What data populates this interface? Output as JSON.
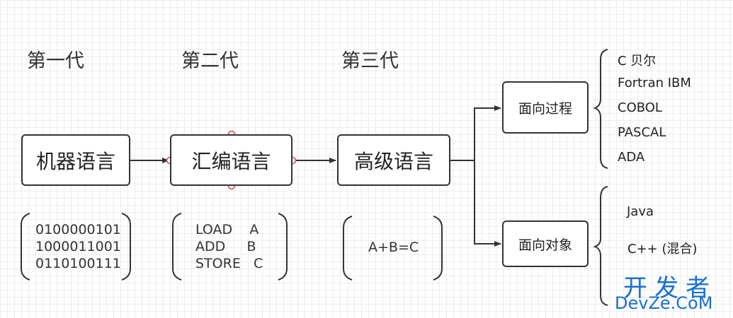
{
  "generations": {
    "first": "第一代",
    "second": "第二代",
    "third": "第三代"
  },
  "boxes": {
    "machine": "机器语言",
    "assembly": "汇编语言",
    "high": "高级语言",
    "procedural": "面向过程",
    "object": "面向对象"
  },
  "machine_code": [
    "0100000101",
    "1000011001",
    "0110100111"
  ],
  "assembly_code": [
    "LOAD    A",
    "ADD     B",
    "STORE   C"
  ],
  "high_code": "A+B=C",
  "procedural_langs": [
    "C  贝尔",
    "Fortran IBM",
    "COBOL",
    "PASCAL",
    "ADA"
  ],
  "object_langs": [
    "Java",
    "C++ (混合)"
  ],
  "watermark": {
    "title": "开发者",
    "site": "DevZe.CoM"
  },
  "colors": {
    "line": "#333333",
    "connector": "#b85450",
    "watermark": "#1a6fd0"
  }
}
